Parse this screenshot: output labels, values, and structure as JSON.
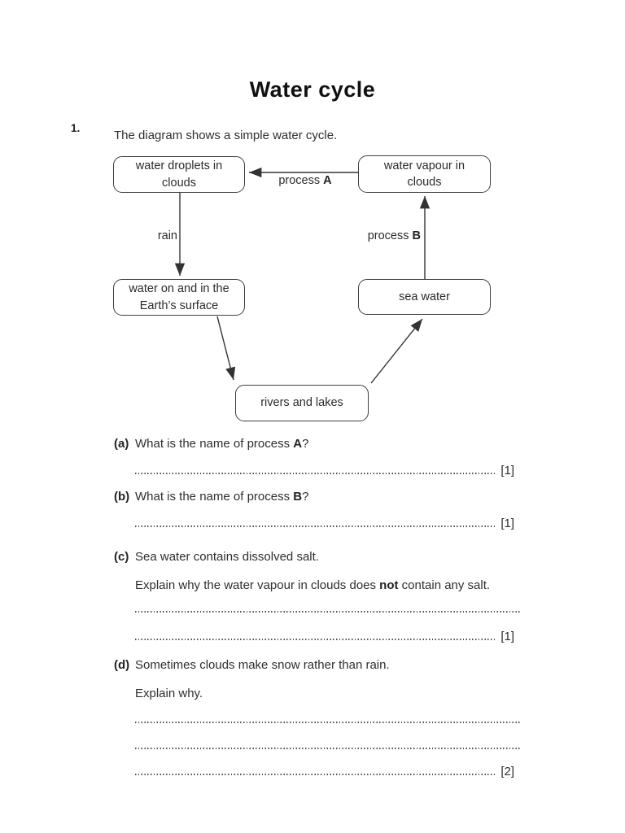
{
  "header": {
    "title": "Water cycle"
  },
  "question_number": "1.",
  "intro": "The diagram shows a simple water cycle.",
  "diagram": {
    "boxes": {
      "droplets": "water droplets in\nclouds",
      "vapour": "water vapour in\nclouds",
      "surface": "water on and in the\nEarth’s surface",
      "sea": "sea water",
      "rivers": "rivers and lakes"
    },
    "labels": {
      "process_a_text": "process ",
      "process_a_bold": "A",
      "rain": "rain",
      "process_b_text": "process ",
      "process_b_bold": "B"
    },
    "line_color": "#333333"
  },
  "questions": {
    "a": {
      "label": "(a)",
      "pre": "What is the name of process ",
      "bold": "A",
      "post": "?",
      "mark": "[1]"
    },
    "b": {
      "label": "(b)",
      "pre": "What is the name of process ",
      "bold": "B",
      "post": "?",
      "mark": "[1]"
    },
    "c": {
      "label": "(c)",
      "line1": "Sea water contains dissolved salt.",
      "line2_pre": "Explain why the water vapour in clouds does ",
      "line2_bold": "not",
      "line2_post": " contain any salt.",
      "mark": "[1]"
    },
    "d": {
      "label": "(d)",
      "line1": "Sometimes clouds make snow rather than rain.",
      "line2": "Explain why.",
      "mark": "[2]"
    }
  }
}
